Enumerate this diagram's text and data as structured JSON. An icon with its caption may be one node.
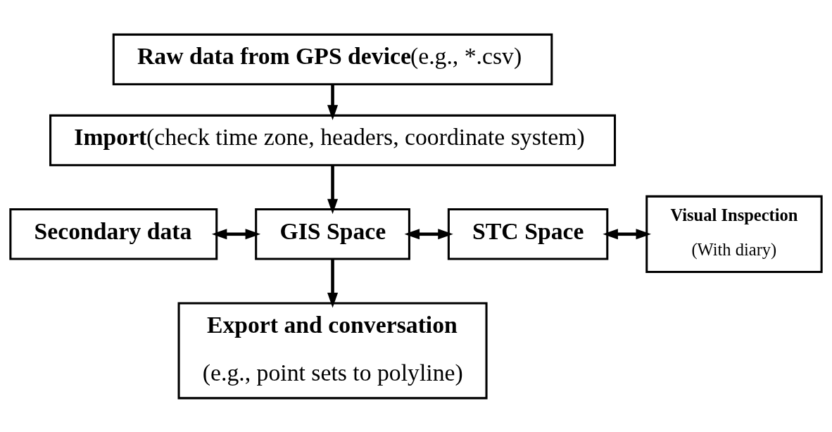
{
  "diagram": {
    "nodes": [
      {
        "text": [
          "Raw data from GPS device",
          "(e.g., *.csv)"
        ]
      },
      {
        "text": [
          "Import",
          "(check time zone, headers, coordinate system)"
        ]
      },
      {
        "text": [
          "Secondary data"
        ]
      },
      {
        "text": [
          "GIS Space"
        ]
      },
      {
        "text": [
          "STC Space"
        ]
      },
      {
        "text": [
          "Visual Inspection",
          "(With diary)"
        ]
      },
      {
        "text": [
          "Export and conversation",
          "(e.g., point sets to polyline)"
        ]
      }
    ],
    "edges": [
      {
        "from": 0,
        "to": 1,
        "arrow": "to"
      },
      {
        "from": 1,
        "to": 3,
        "arrow": "to"
      },
      {
        "from": 2,
        "to": 3,
        "arrow": "both"
      },
      {
        "from": 3,
        "to": 4,
        "arrow": "both"
      },
      {
        "from": 4,
        "to": 5,
        "arrow": "both"
      },
      {
        "from": 3,
        "to": 6,
        "arrow": "to"
      }
    ]
  }
}
